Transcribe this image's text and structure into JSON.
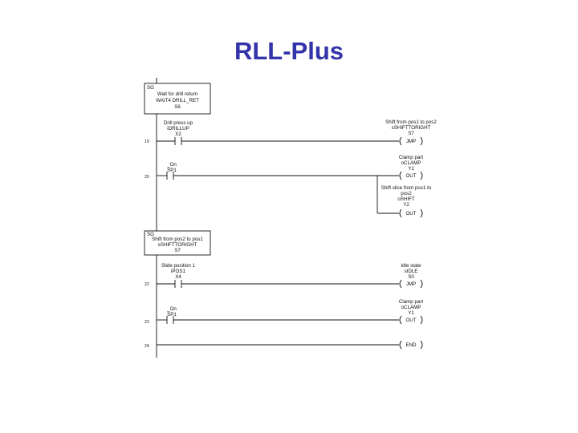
{
  "title": "RLL-Plus",
  "stages": [
    {
      "marker": "SG",
      "label_lines": [
        "Wait for drill return",
        "WAIT4 DRILL_RET",
        "S6"
      ]
    },
    {
      "marker": "SG",
      "label_lines": [
        "Shift from pos2 to pos1",
        "sSHIFTTORIGHT",
        "S7"
      ]
    }
  ],
  "rungs": [
    {
      "number": "19",
      "contact_lines": [
        "Drill press up",
        "iDRILLUP",
        "X2"
      ],
      "outputs": [
        {
          "lines": [
            "Shift from pos1 to pos2",
            "sSHIFTTORIGHT",
            "S7"
          ],
          "instruction": "JMP"
        }
      ]
    },
    {
      "number": "20",
      "contact_lines": [
        "_On",
        "SP1"
      ],
      "outputs": [
        {
          "lines": [
            "Clamp part",
            "oCLAMP",
            "Y1"
          ],
          "instruction": "OUT"
        },
        {
          "lines": [
            "Shift slice from pos1 to",
            "pos2",
            "oSHIFT",
            "Y2"
          ],
          "instruction": "OUT"
        }
      ]
    },
    {
      "number": "22",
      "contact_lines": [
        "Slide position 1",
        "iPOS1",
        "X4"
      ],
      "outputs": [
        {
          "lines": [
            "Idle state",
            "sIDLE",
            "S0"
          ],
          "instruction": "JMP"
        }
      ]
    },
    {
      "number": "23",
      "contact_lines": [
        "_On",
        "SP1"
      ],
      "outputs": [
        {
          "lines": [
            "Clamp part",
            "oCLAMP",
            "Y1"
          ],
          "instruction": "OUT"
        }
      ]
    },
    {
      "number": "24",
      "contact_lines": [],
      "outputs": [
        {
          "lines": [],
          "instruction": "END"
        }
      ]
    }
  ]
}
